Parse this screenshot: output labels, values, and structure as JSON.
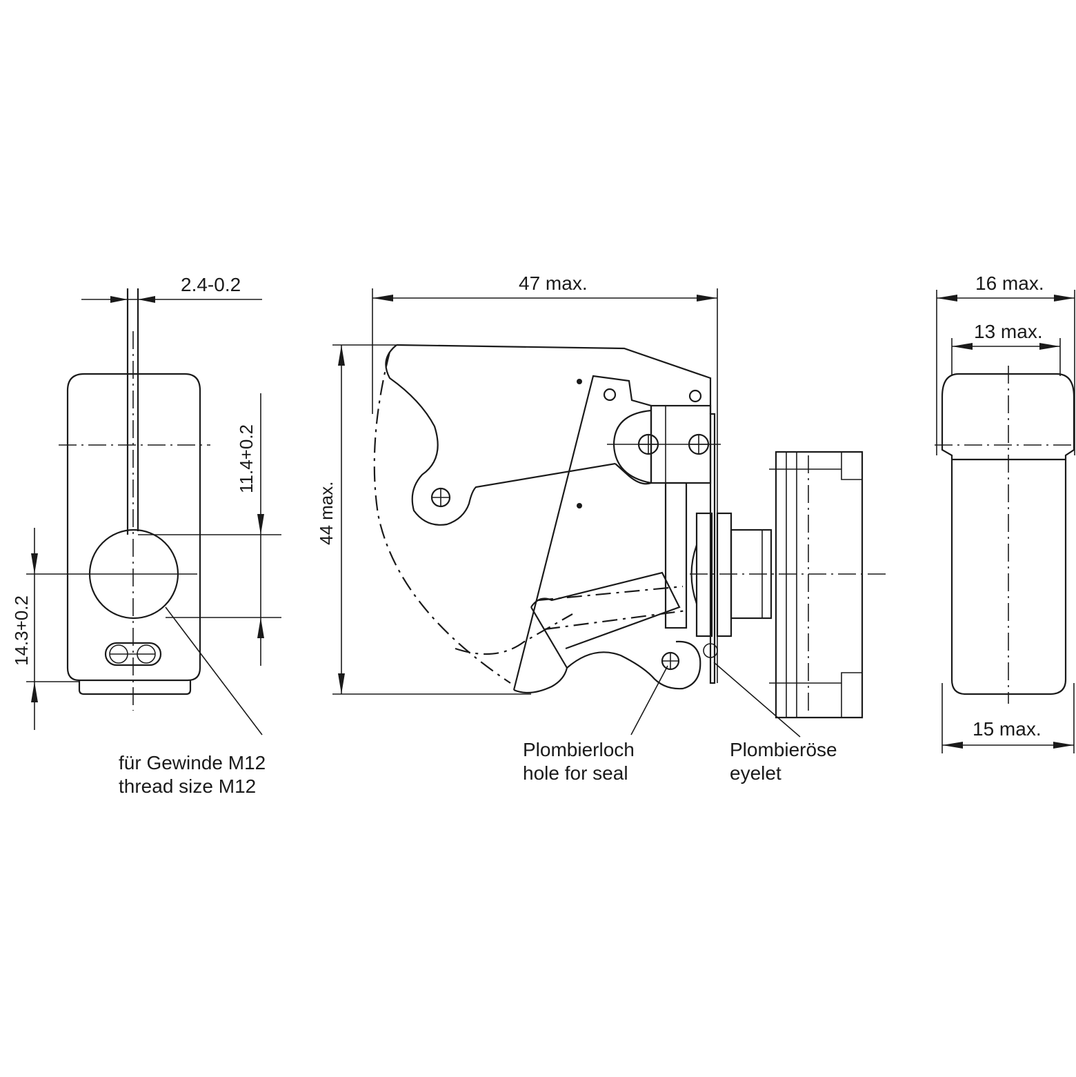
{
  "left_view": {
    "dim_top": "2.4-0.2",
    "dim_right_vertical": "11.4+0.2",
    "dim_left_vertical": "14.3+0.2",
    "note_line1": "für Gewinde M12",
    "note_line2": "thread size M12"
  },
  "center_view": {
    "dim_width": "47 max.",
    "dim_height": "44 max.",
    "seal_hole_line1": "Plombierloch",
    "seal_hole_line2": "hole for seal",
    "eyelet_line1": "Plombieröse",
    "eyelet_line2": "eyelet"
  },
  "right_view": {
    "dim_outer_top": "16 max.",
    "dim_inner_top": "13 max.",
    "dim_bottom": "15 max."
  }
}
